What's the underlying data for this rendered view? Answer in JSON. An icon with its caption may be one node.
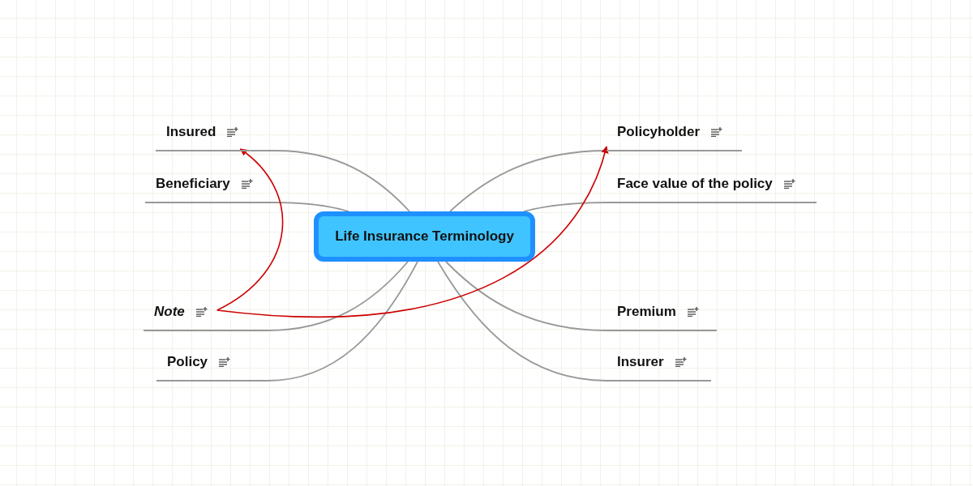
{
  "diagram": {
    "nodes": [
      {
        "text": [
          "Life Insurance Terminology"
        ]
      },
      {
        "text": [
          "Insured"
        ]
      },
      {
        "text": [
          "Beneficiary"
        ]
      },
      {
        "text": [
          "Note"
        ]
      },
      {
        "text": [
          "Policy"
        ]
      },
      {
        "text": [
          "Policyholder"
        ]
      },
      {
        "text": [
          "Face value of the policy"
        ]
      },
      {
        "text": [
          "Premium"
        ]
      },
      {
        "text": [
          "Insurer"
        ]
      }
    ],
    "edges": [
      {
        "from": 0,
        "to": 1,
        "arrow": "none"
      },
      {
        "from": 0,
        "to": 2,
        "arrow": "none"
      },
      {
        "from": 0,
        "to": 3,
        "arrow": "none"
      },
      {
        "from": 0,
        "to": 4,
        "arrow": "none"
      },
      {
        "from": 0,
        "to": 5,
        "arrow": "none"
      },
      {
        "from": 0,
        "to": 6,
        "arrow": "none"
      },
      {
        "from": 0,
        "to": 7,
        "arrow": "none"
      },
      {
        "from": 0,
        "to": 8,
        "arrow": "none"
      },
      {
        "from": 3,
        "to": 1,
        "arrow": "to",
        "color": "#cc0000"
      },
      {
        "from": 3,
        "to": 5,
        "arrow": "to",
        "color": "#cc0000"
      }
    ]
  }
}
